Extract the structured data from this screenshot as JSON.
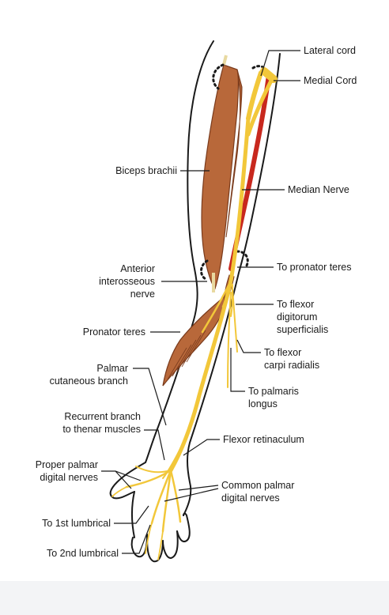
{
  "labels": {
    "lateral_cord": "Lateral cord",
    "medial_cord": "Medial Cord",
    "biceps_brachii": "Biceps brachii",
    "median_nerve": "Median Nerve",
    "anterior_interosseous": [
      "Anterior",
      "interosseous",
      "nerve"
    ],
    "to_pronator_teres": "To pronator teres",
    "to_fds": [
      "To flexor",
      "digitorum",
      "superficialis"
    ],
    "pronator_teres": "Pronator teres",
    "to_fcr": [
      "To flexor",
      "carpi radialis"
    ],
    "palmar_cutaneous": [
      "Palmar",
      "cutaneous branch"
    ],
    "to_palmaris_longus": [
      "To palmaris",
      "longus"
    ],
    "recurrent_branch": [
      "Recurrent branch",
      "to thenar muscles"
    ],
    "flexor_retinaculum": "Flexor retinaculum",
    "proper_palmar": [
      "Proper palmar",
      "digital nerves"
    ],
    "common_palmar": [
      "Common palmar",
      "digital nerves"
    ],
    "to_1st_lumbrical": "To 1st lumbrical",
    "to_2nd_lumbrical": "To 2nd lumbrical"
  },
  "colors": {
    "nerve": "#f2c73a",
    "nerve_light": "#f7dc7a",
    "muscle": "#b8683a",
    "muscle_dark": "#7a3b1c",
    "artery": "#c8281e",
    "outline": "#1a1a1a",
    "leader": "#1a1a1a"
  }
}
